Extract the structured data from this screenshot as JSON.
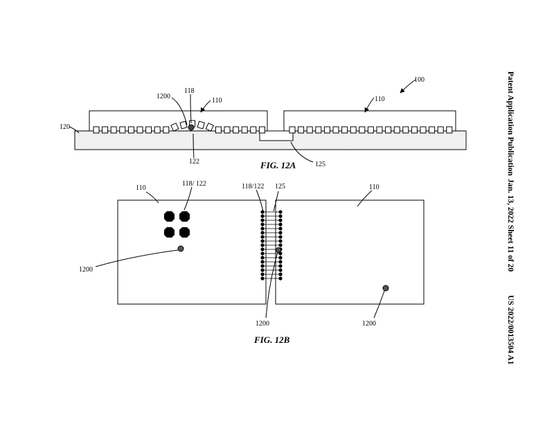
{
  "header": {
    "publication": "Patent Application Publication",
    "date_sheet": "Jan. 13, 2022  Sheet 11 of 20",
    "number": "US 2022/0013504 A1"
  },
  "fig12a": {
    "caption": "FIG. 12A",
    "labels": {
      "device": "100",
      "die_left": "110",
      "die_right": "110",
      "substrate": "120",
      "bridge": "125",
      "interconnect": "118",
      "pad": "122",
      "defect": "1200"
    }
  },
  "fig12b": {
    "caption": "FIG. 12B",
    "labels": {
      "die_left": "110",
      "die_right": "110",
      "bumps_left": "118/ 122",
      "bumps_mid": "118/122",
      "bridge": "125",
      "defect_left": "1200",
      "defect_mid": "1200",
      "defect_right": "1200"
    }
  }
}
